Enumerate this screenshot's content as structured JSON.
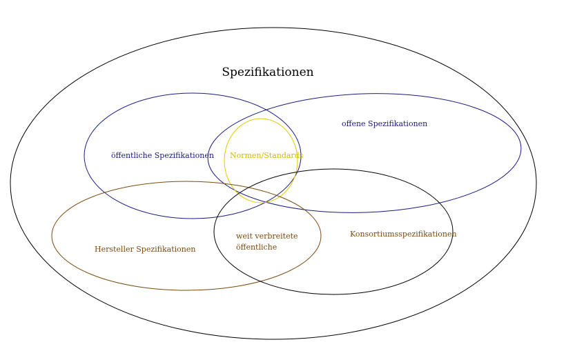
{
  "diagram": {
    "title": "Spezifikationen",
    "labels": {
      "oeffentliche": "öffentliche Spezifikationen",
      "offene": "offene Spezifikationen",
      "normen": "Normen/Standards",
      "hersteller": "Hersteller Spezifikationen",
      "weit_line1": "weit verbreitete",
      "weit_line2": "öffentliche",
      "konsortium": "Konsortiumsspezifikationen"
    },
    "colors": {
      "outer": "#000000",
      "oeffentliche": "#1a1a80",
      "offene": "#1a1a80",
      "normen": "#e6c800",
      "hersteller": "#7a4a10",
      "konsortium": "#000000",
      "label_navy": "#1a1a80",
      "label_yellow": "#d4b800",
      "label_brown": "#7a4a10",
      "label_black": "#000000"
    }
  }
}
